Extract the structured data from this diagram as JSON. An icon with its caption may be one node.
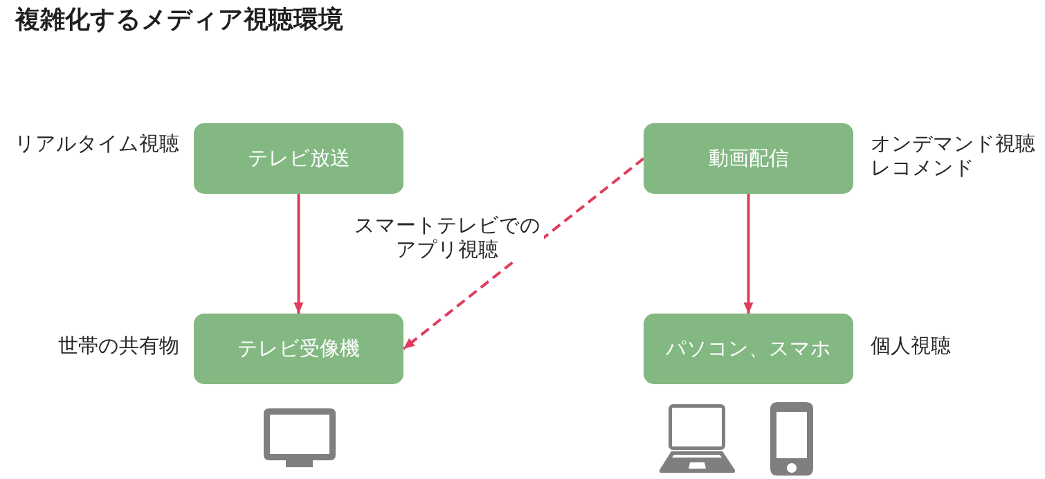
{
  "diagram": {
    "title": "複雑化するメディア視聴環境",
    "nodes": [
      {
        "text": [
          "テレビ放送"
        ],
        "beside": [
          "リアルタイム視聴"
        ]
      },
      {
        "text": [
          "動画配信"
        ],
        "beside": [
          "オンデマンド視聴",
          "レコメンド"
        ]
      },
      {
        "text": [
          "テレビ受像機"
        ],
        "beside": [
          "世帯の共有物"
        ]
      },
      {
        "text": [
          "パソコン、スマホ"
        ],
        "beside": [
          "個人視聴"
        ]
      }
    ],
    "edges": [
      {
        "from": 0,
        "to": 2,
        "arrow": "to"
      },
      {
        "from": 1,
        "to": 2,
        "arrow": "to",
        "style": "dashed",
        "label": "スマートテレビでのアプリ視聴"
      },
      {
        "from": 1,
        "to": 3,
        "arrow": "to"
      }
    ]
  }
}
